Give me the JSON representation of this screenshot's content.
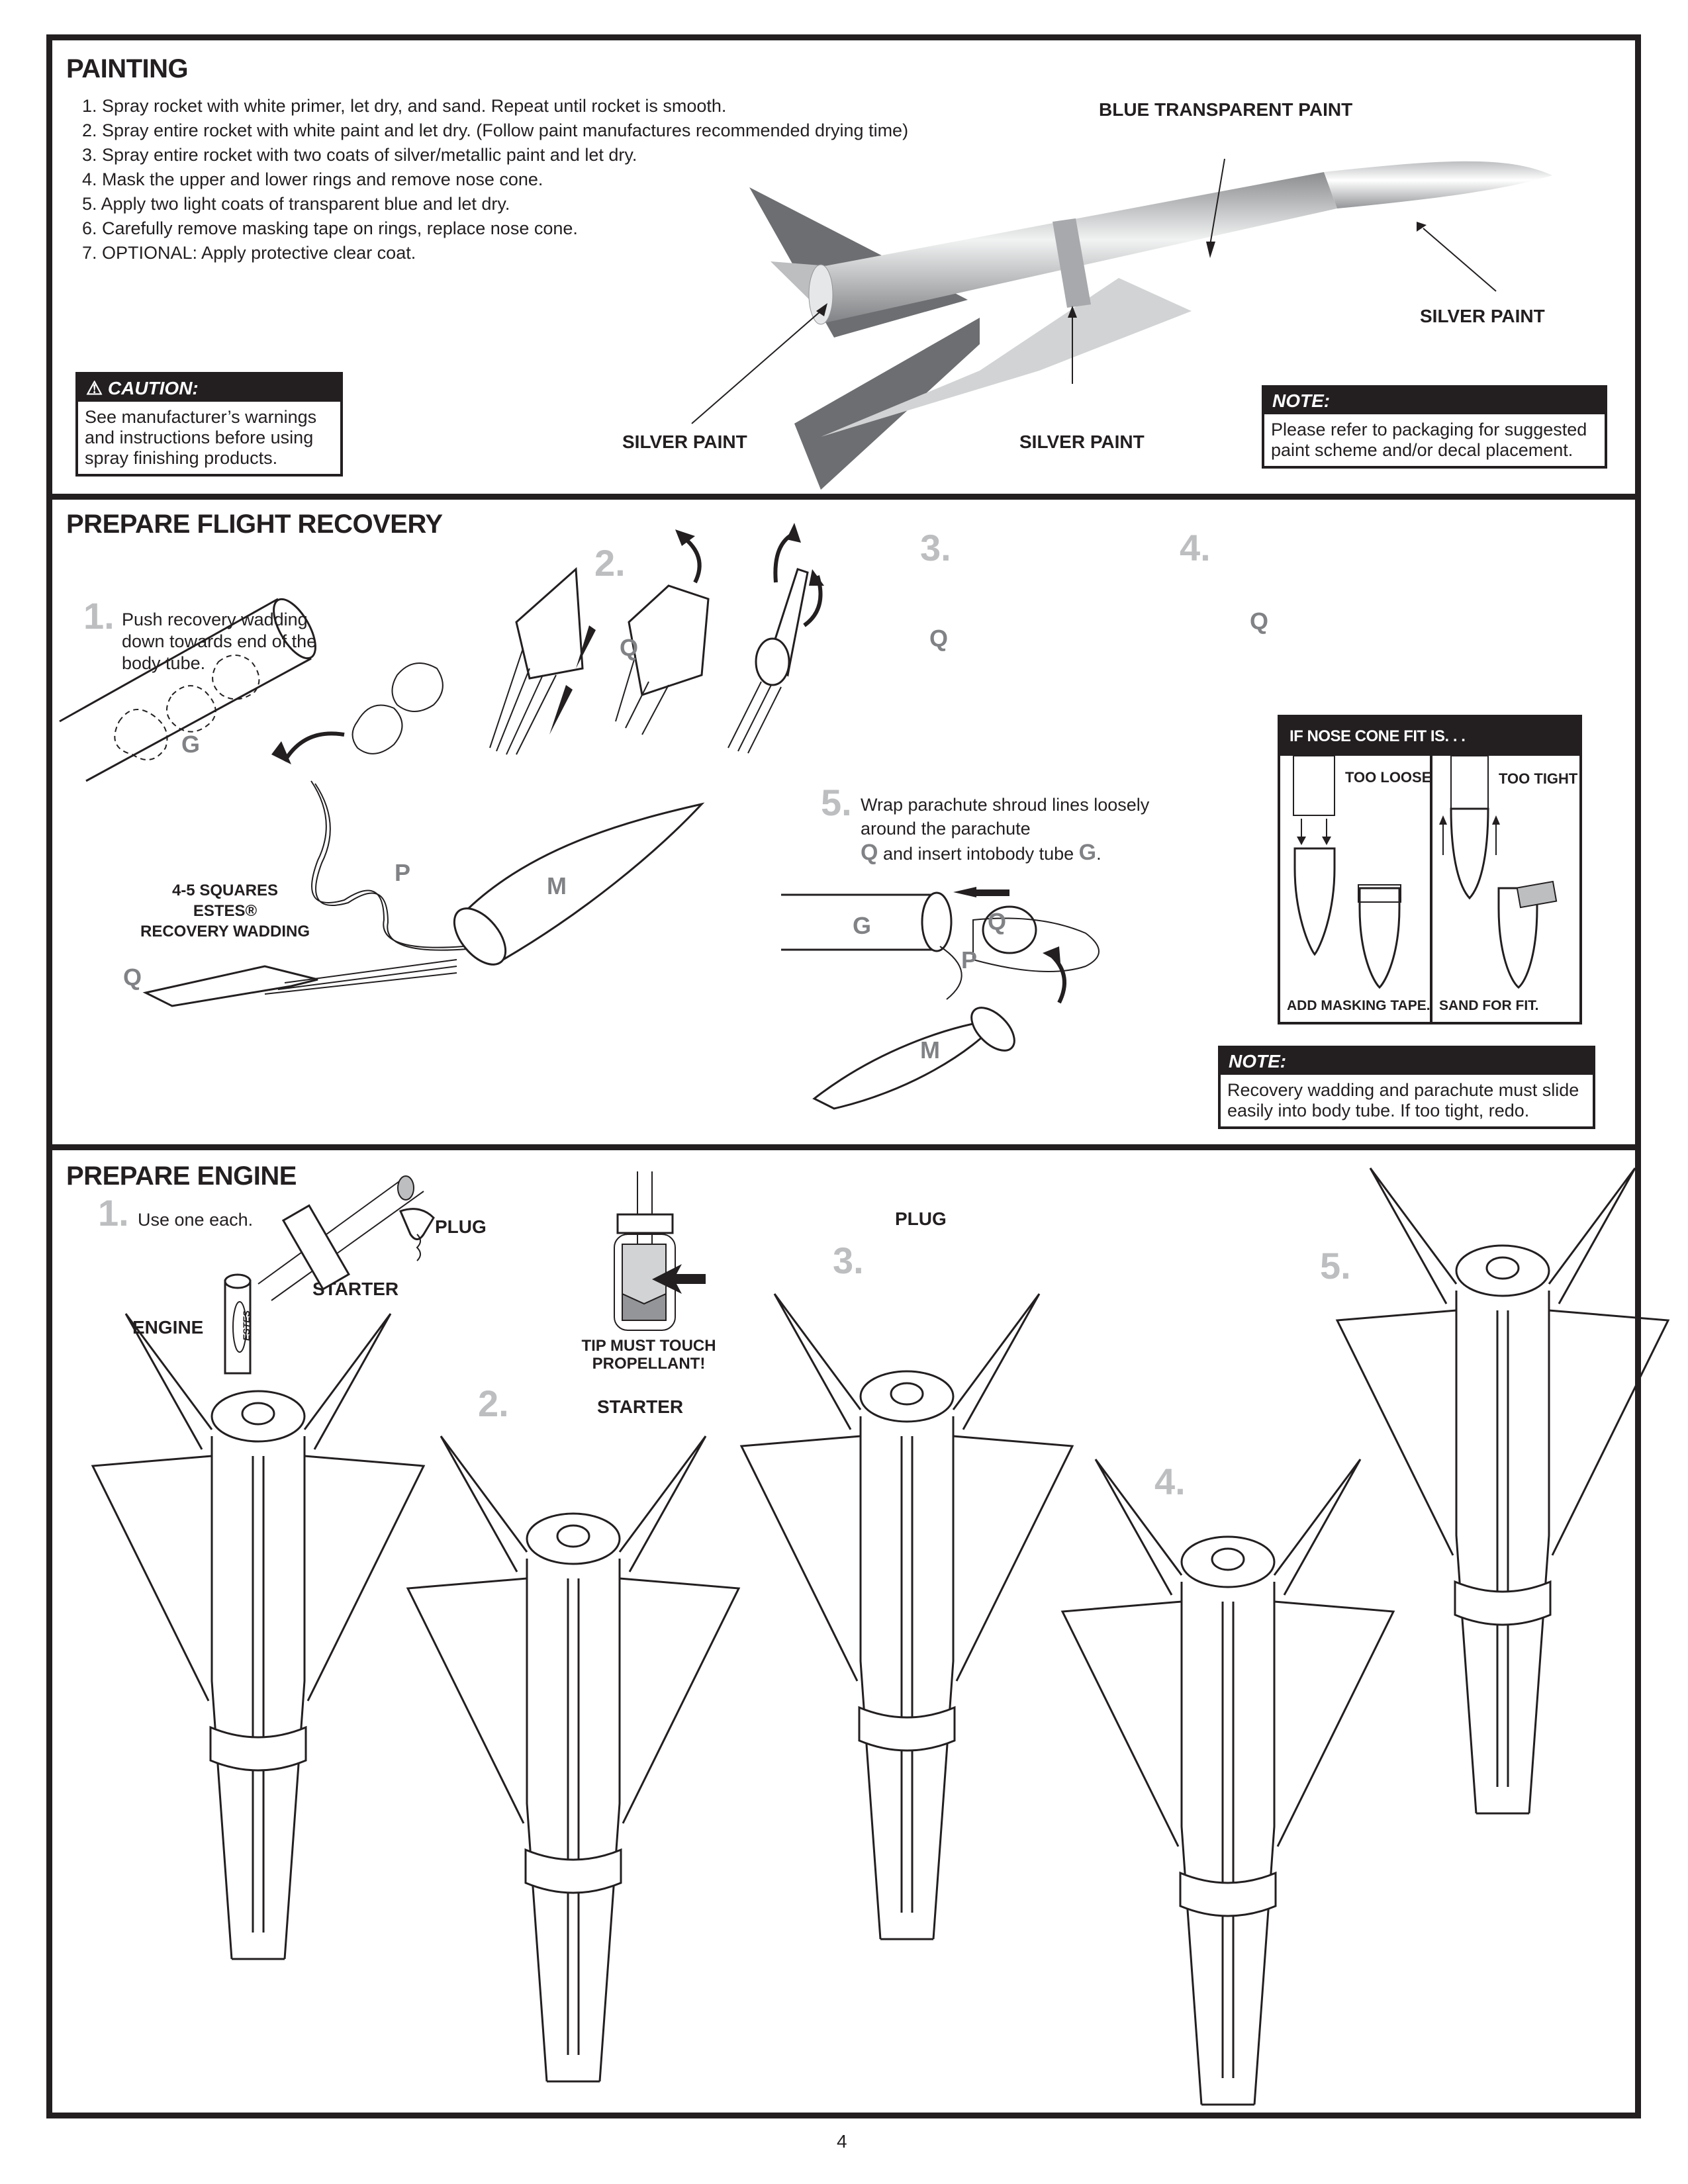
{
  "page_number": "4",
  "painting": {
    "title": "PAINTING",
    "steps": [
      "1. Spray rocket with white primer, let dry, and sand. Repeat until rocket is smooth.",
      "2. Spray entire rocket with white paint and let dry. (Follow paint manufactures recommended drying time)",
      "3. Spray entire rocket with two coats of silver/metallic paint and let dry.",
      "4. Mask the upper and lower rings and remove nose cone.",
      "5. Apply two light coats of transparent blue and let dry.",
      "6. Carefully remove masking tape on rings, replace nose cone.",
      "7. OPTIONAL: Apply protective clear coat."
    ],
    "callouts": {
      "blue_transparent": "BLUE TRANSPARENT PAINT",
      "silver_nose": "SILVER PAINT",
      "silver_lower": "SILVER PAINT",
      "silver_mid": "SILVER PAINT"
    },
    "caution": {
      "icon": "warning-triangle-icon",
      "header": "CAUTION:",
      "body": "See manufacturer’s warnings and instructions before using spray finishing products."
    },
    "note": {
      "header": "NOTE:",
      "body": "Please refer to packaging for suggested paint scheme and/or decal placement."
    }
  },
  "recovery": {
    "title": "PREPARE FLIGHT RECOVERY",
    "step1": {
      "num": "1.",
      "text": "Push recovery wadding down towards end of the body tube."
    },
    "step2": {
      "num": "2."
    },
    "step3": {
      "num": "3."
    },
    "step4": {
      "num": "4."
    },
    "step5": {
      "num": "5.",
      "text_a": "Wrap parachute shroud lines loosely around the parachute",
      "letter_q": "Q",
      "text_b": " and insert intobody tube ",
      "letter_g": "G",
      "text_c": "."
    },
    "wadding_label": [
      "4-5 SQUARES",
      "ESTES®",
      "RECOVERY WADDING"
    ],
    "parts": {
      "G": "G",
      "P": "P",
      "M": "M",
      "Q": "Q"
    },
    "nose_fit": {
      "header": "IF NOSE CONE FIT IS. . .",
      "too_loose": "TOO LOOSE",
      "too_tight": "TOO TIGHT",
      "loose_fix": "ADD MASKING TAPE.",
      "tight_fix": "SAND FOR FIT."
    },
    "note": {
      "header": "NOTE:",
      "body": "Recovery wadding and parachute must slide easily into body tube. If too tight, redo."
    }
  },
  "engine": {
    "title": "PREPARE ENGINE",
    "step1": {
      "num": "1.",
      "text": "Use one each."
    },
    "step2": {
      "num": "2."
    },
    "step3": {
      "num": "3."
    },
    "step4": {
      "num": "4."
    },
    "step5": {
      "num": "5."
    },
    "labels": {
      "plug1": "PLUG",
      "starter1": "STARTER",
      "engine": "ENGINE",
      "tip_warning": [
        "TIP MUST TOUCH",
        "PROPELLANT!"
      ],
      "starter2": "STARTER",
      "plug3": "PLUG",
      "engine_brand": "ESTES"
    }
  },
  "colors": {
    "ink": "#231f20",
    "step_number": "#bcbec0",
    "part_letter": "#808285",
    "rocket_dark": "#6d6e71",
    "rocket_light": "#d1d3d4"
  }
}
